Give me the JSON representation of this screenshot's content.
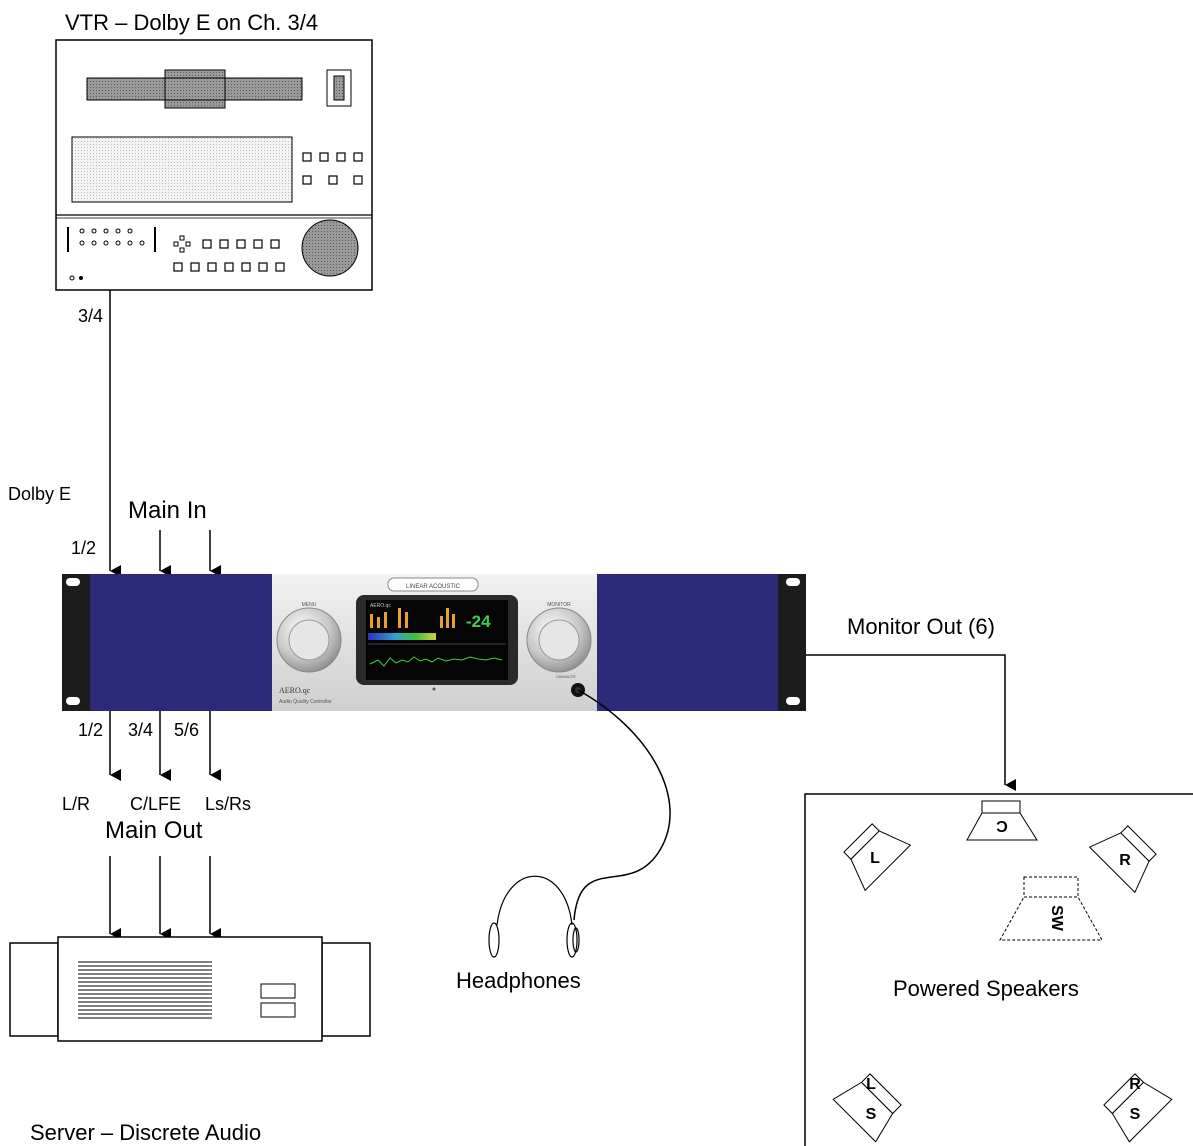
{
  "labels": {
    "vtr_title": "VTR – Dolby E on Ch. 3/4",
    "vtr_channel": "3/4",
    "dolby_e": "Dolby E",
    "main_in": "Main In",
    "in_ch": "1/2",
    "monitor_out": "Monitor Out (6)",
    "out_ch_1": "1/2",
    "out_ch_2": "3/4",
    "out_ch_3": "5/6",
    "out_sig_1": "L/R",
    "out_sig_2": "C/LFE",
    "out_sig_3": "Ls/Rs",
    "main_out": "Main Out",
    "headphones": "Headphones",
    "powered_speakers": "Powered Speakers",
    "server": "Server – Discrete Audio"
  },
  "device": {
    "brand": "LINEAR ACOUSTIC",
    "model": "AERO.qc",
    "subtitle": "Audio Quality Controller",
    "knob_left": "MENU",
    "knob_right": "MONITOR",
    "knob_right_sub": "DIM/MUTE",
    "screen_title": "AERO.qc",
    "loudness_value": "-24"
  },
  "speakers": {
    "c": "C",
    "l": "L",
    "r": "R",
    "sw": "SW",
    "ls_top": "L",
    "ls_bottom": "S",
    "rs_top": "R",
    "rs_bottom": "S"
  },
  "colors": {
    "rack_blue": "#2c2a78",
    "screen_green": "#3fd04a",
    "meter_orange": "#e8a030"
  }
}
